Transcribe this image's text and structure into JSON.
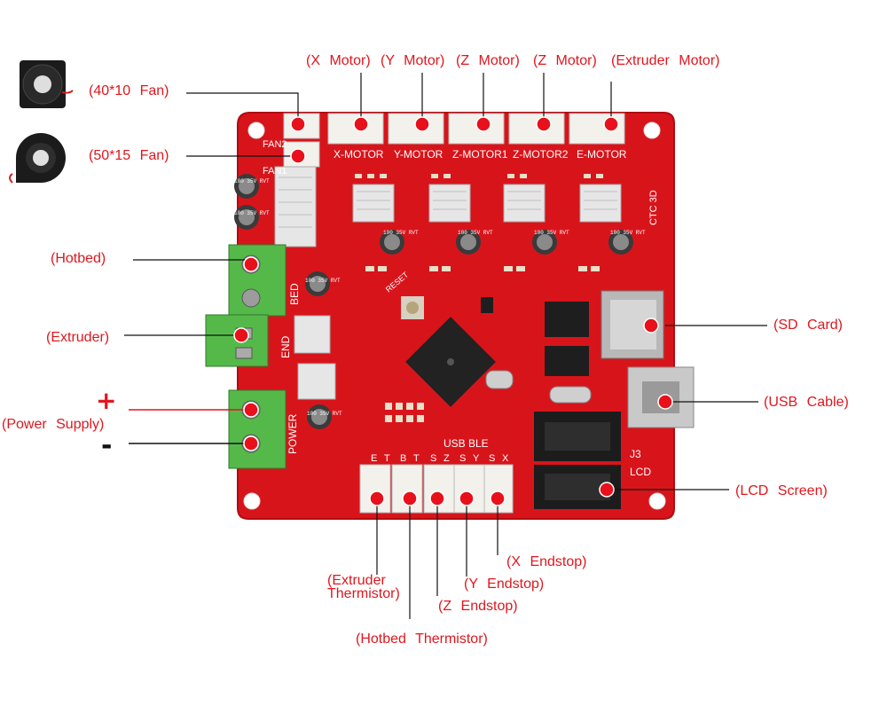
{
  "labels": {
    "x_motor": "(X  Motor)",
    "y_motor": "(Y  Motor)",
    "z_motor1": "(Z  Motor)",
    "z_motor2": "(Z  Motor)",
    "extruder_motor": "(Extruder  Motor)",
    "fan_40": "(40*10  Fan)",
    "fan_50": "(50*15  Fan)",
    "hotbed": "(Hotbed)",
    "extruder": "(Extruder)",
    "power_supply": "(Power  Supply)",
    "power_plus": "+",
    "power_minus": "-",
    "sd_card": "(SD  Card)",
    "usb_cable": "(USB  Cable)",
    "lcd_screen": "(LCD  Screen)",
    "x_endstop": "(X  Endstop)",
    "y_endstop": "(Y  Endstop)",
    "z_endstop": "(Z  Endstop)",
    "extruder_thermistor_1": "(Extruder",
    "extruder_thermistor_2": "Thermistor)",
    "hotbed_thermistor": "(Hotbed  Thermistor)"
  },
  "silkscreen": {
    "x_motor": "X-MOTOR",
    "y_motor": "Y-MOTOR",
    "z_motor1": "Z-MOTOR1",
    "z_motor2": "Z-MOTOR2",
    "e_motor": "E-MOTOR",
    "fan2": "FAN2",
    "fan1": "FAN1",
    "bed": "BED",
    "end": "END",
    "power": "POWER",
    "ctc": "CTC 3D",
    "usb_ble": "USB BLE",
    "j3": "J3",
    "lcd": "LCD",
    "reset": "RESET",
    "endstop_letters": [
      "E",
      "T",
      "B",
      "T",
      "S",
      "Z",
      "S",
      "Y",
      "S",
      "X"
    ],
    "cap_text": "100 35V RVT"
  },
  "colors": {
    "pcb": "#d8141b",
    "label": "#e0171e",
    "terminal": "#55b94a",
    "connector": "#f2f1ec",
    "heatsink": "#e6e6e6"
  }
}
